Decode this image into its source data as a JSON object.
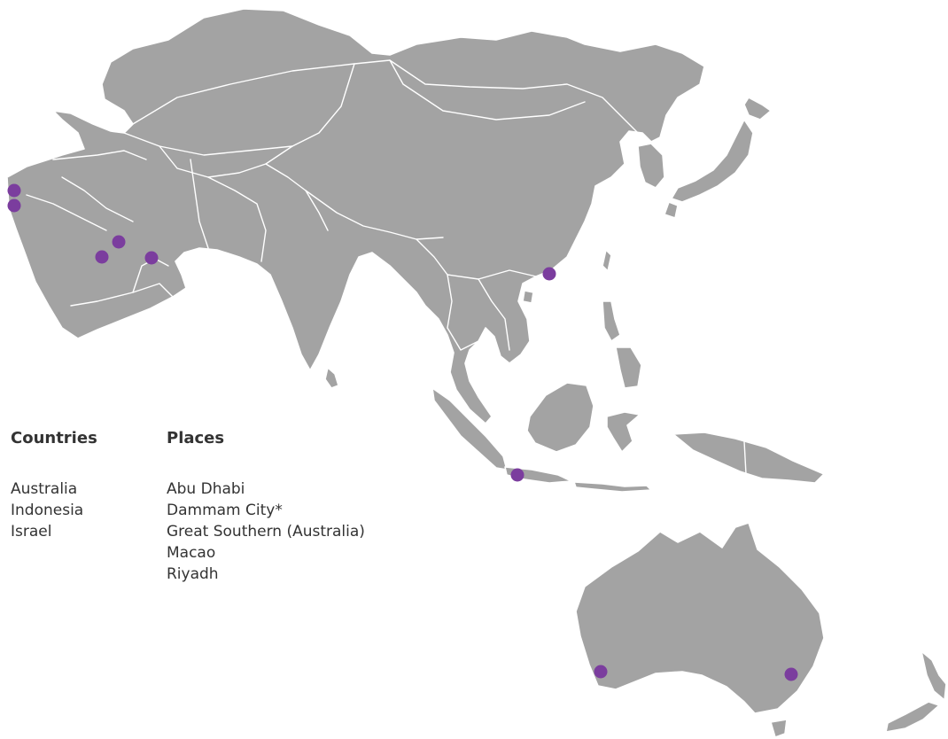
{
  "colors": {
    "land": "#a3a3a3",
    "border": "#ffffff",
    "marker": "#7b3d9e",
    "text": "#333333"
  },
  "legend": {
    "countries": {
      "heading": "Countries",
      "items": [
        "Australia",
        "Indonesia",
        "Israel"
      ]
    },
    "places": {
      "heading": "Places",
      "items": [
        "Abu Dhabi",
        "Dammam City*",
        "Great Southern (Australia)",
        "Macao",
        "Riyadh"
      ]
    }
  }
}
